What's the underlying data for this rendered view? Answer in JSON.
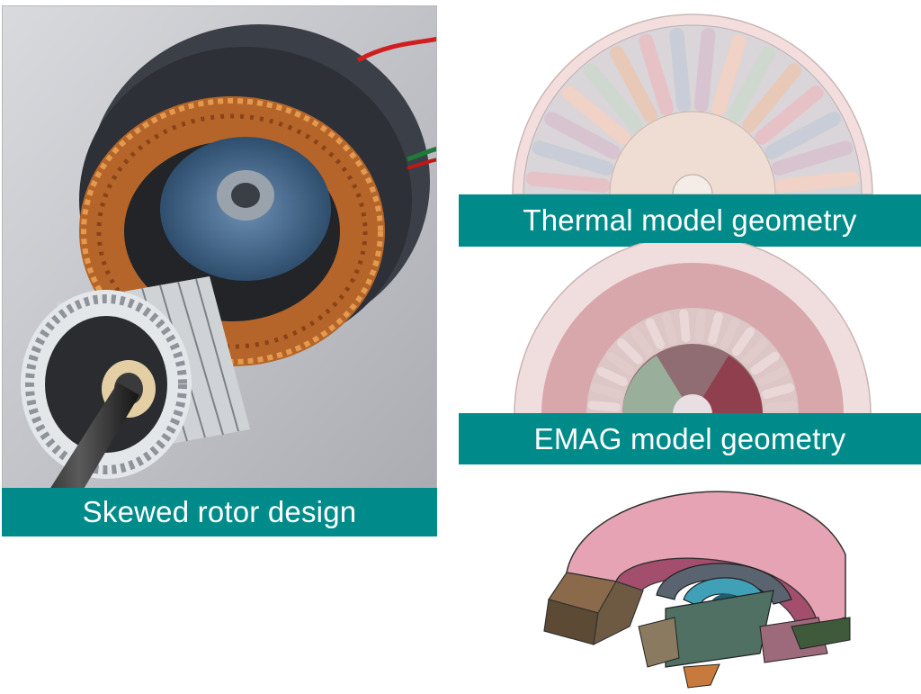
{
  "captions": {
    "photo": "Skewed rotor design",
    "thermal": "Thermal model geometry",
    "emag": "EMAG model geometry"
  },
  "colors": {
    "caption_bg": "#008b8b",
    "caption_text": "#ffffff"
  }
}
